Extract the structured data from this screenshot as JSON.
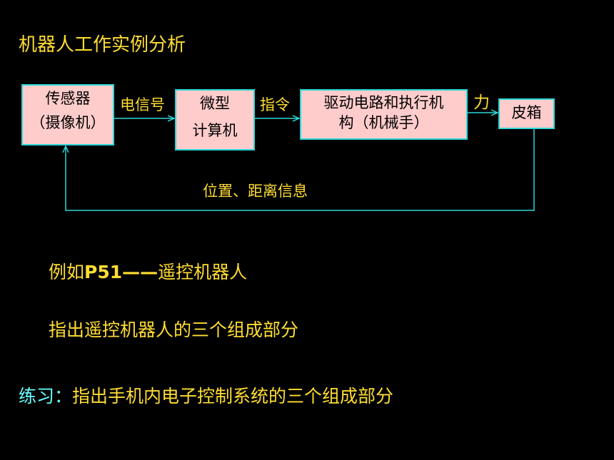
{
  "title": "机器人工作实例分析",
  "diagram": {
    "sensor": {
      "line1": "传感器",
      "line2": "（摄像机）"
    },
    "micro": {
      "line1": "微型",
      "line2": "计算机"
    },
    "drive": {
      "line1": "驱动电路和执行机",
      "line2": "构（机械手）"
    },
    "target": "皮箱",
    "edge_signal": "电信号",
    "edge_command": "指令",
    "edge_force": "力",
    "feedback": "位置、距离信息"
  },
  "example": {
    "prefix": "例如",
    "ref": "P51——",
    "suffix": "遥控机器人"
  },
  "question": "指出遥控机器人的三个组成部分",
  "exercise": {
    "label": "练习：",
    "text": "指出手机内电子控制系统的三个组成部分"
  },
  "colors": {
    "background": "#000000",
    "text_yellow": "#ffdd33",
    "text_cyan": "#66ffff",
    "box_fill": "#ffcccc",
    "line": "#2fd6d6"
  }
}
